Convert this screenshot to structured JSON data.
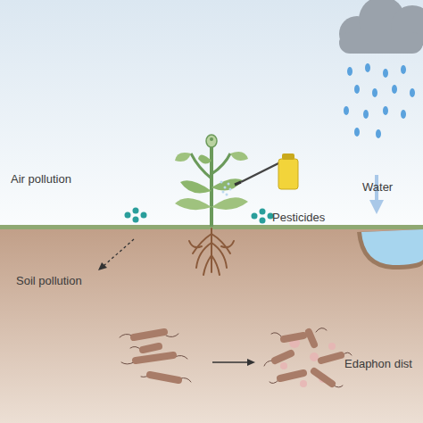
{
  "diagram": {
    "labels": [
      "Air pollution",
      "Water",
      "Pesticides",
      "Soil pollution",
      "Edaphon dist"
    ]
  }
}
